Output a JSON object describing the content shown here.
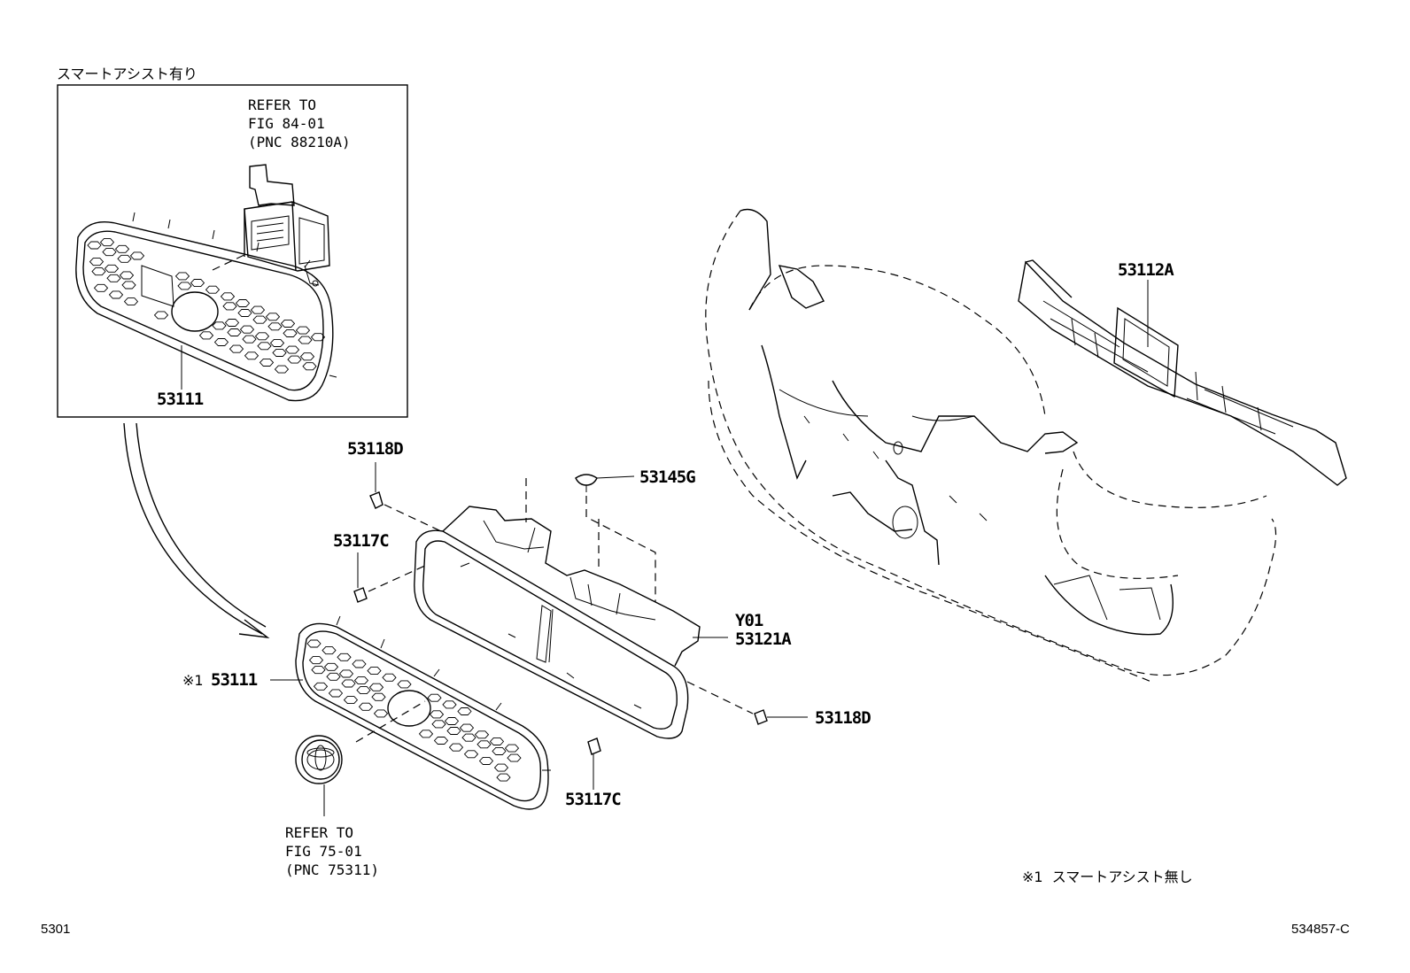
{
  "inset": {
    "heading": "スマートアシスト有り",
    "refer_sensor": [
      "REFER TO",
      "FIG 84-01",
      "(PNC 88210A)"
    ],
    "grille_part": "53111"
  },
  "parts": {
    "p53118D_top": "53118D",
    "p53145G": "53145G",
    "p53117C_left": "53117C",
    "y01": "Y01",
    "p53121A": "53121A",
    "p53111_main": "53111",
    "p53111_mark": "※1",
    "p53118D_right": "53118D",
    "p53117C_bottom": "53117C",
    "p53112A": "53112A"
  },
  "refer_emblem": [
    "REFER TO",
    "FIG 75-01",
    "(PNC 75311)"
  ],
  "footnote": "※1  スマートアシスト無し",
  "footer": {
    "left_code": "5301",
    "right_code": "534857-C"
  }
}
